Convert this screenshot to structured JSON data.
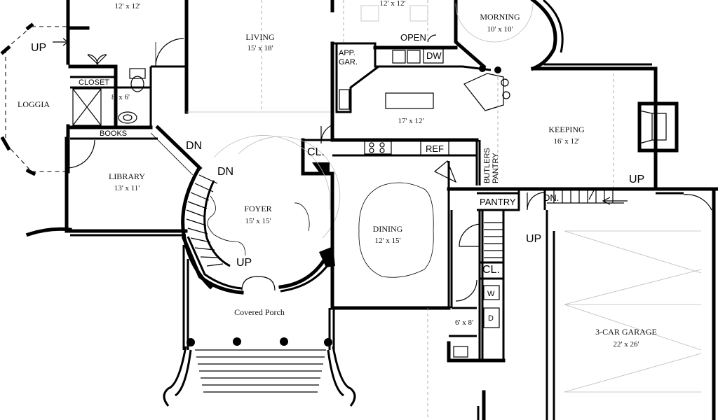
{
  "rooms": {
    "top_left": {
      "dim": "12' x 12'"
    },
    "living": {
      "name": "LIVING",
      "dim": "15' x 18'"
    },
    "top_mid": {
      "dim": "12' x 12'"
    },
    "morning": {
      "name": "MORNING",
      "dim": "10' x 10'"
    },
    "loggia": {
      "name": "LOGGIA"
    },
    "bath": {
      "dim": "8' x 6'"
    },
    "library": {
      "name": "LIBRARY",
      "dim": "13' x 11'"
    },
    "kitchen": {
      "dim": "17' x 12'"
    },
    "keeping": {
      "name": "KEEPING",
      "dim": "16' x 12'"
    },
    "foyer": {
      "name": "FOYER",
      "dim": "15' x 15'"
    },
    "dining": {
      "name": "DINING",
      "dim": "12' x 15'"
    },
    "porch": {
      "name": "Covered Porch"
    },
    "laundry": {
      "dim": "6' x 8'"
    },
    "garage": {
      "name": "3-CAR GARAGE",
      "dim": "22' x 26'"
    }
  },
  "labels": {
    "up_loggia": "UP",
    "closet": "CLOSET",
    "books": "BOOKS",
    "open": "OPEN",
    "dw": "DW",
    "app_gar_1": "APP.",
    "app_gar_2": "GAR.",
    "cl_foyer": "CL.",
    "ref": "REF",
    "butlers_1": "BUTLERS",
    "butlers_2": "PANTRY",
    "pantry": "PANTRY",
    "dn_stair_1": "DN",
    "dn_stair_2": "DN",
    "up_foyer": "UP",
    "up_keeping": "UP",
    "dn_keeping": "DN.",
    "up_laundry": "UP",
    "cl_laundry": "CL.",
    "washer": "W",
    "dryer": "D"
  }
}
